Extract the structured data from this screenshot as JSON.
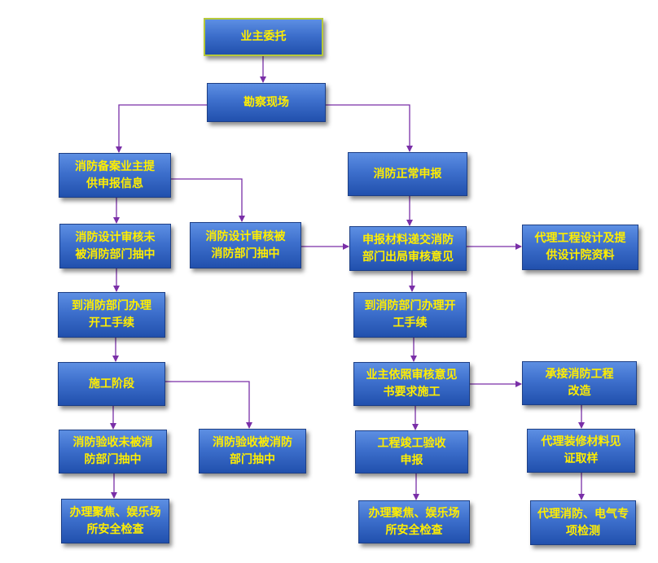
{
  "nodes": {
    "owner_entrust": "业主委托",
    "site_survey": "勘察现场",
    "filing_info": "消防备案业主提\n供申报信息",
    "normal_apply": "消防正常申报",
    "design_not_sampled": "消防设计审核未\n被消防部门抽中",
    "design_sampled": "消防设计审核被\n消防部门抽中",
    "submit_materials": "申报材料递交消防\n部门出局审核意见",
    "agent_design": "代理工程设计及提\n供设计院资料",
    "permit_left": "到消防部门办理\n开工手续",
    "permit_right": "到消防部门办理开\n工手续",
    "construction": "施工阶段",
    "build_per_opinion": "业主依照审核意见\n书要求施工",
    "undertake_renovation": "承接消防工程\n改造",
    "accept_not_sampled": "消防验收未被消\n防部门抽中",
    "accept_sampled": "消防验收被消防\n部门抽中",
    "completion_accept": "工程竣工验收\n申报",
    "agent_decoration": "代理装修材料见\n证取样",
    "safety_left": "办理聚焦、娱乐场\n所安全检查",
    "safety_right": "办理聚焦、娱乐场\n所安全检查",
    "agent_testing": "代理消防、电气专\n项检测"
  },
  "colors": {
    "node_text": "#ffee00",
    "node_fill_top": "#5d8fe3",
    "node_fill_bottom": "#2150ad",
    "connector": "#7a2fa8"
  }
}
